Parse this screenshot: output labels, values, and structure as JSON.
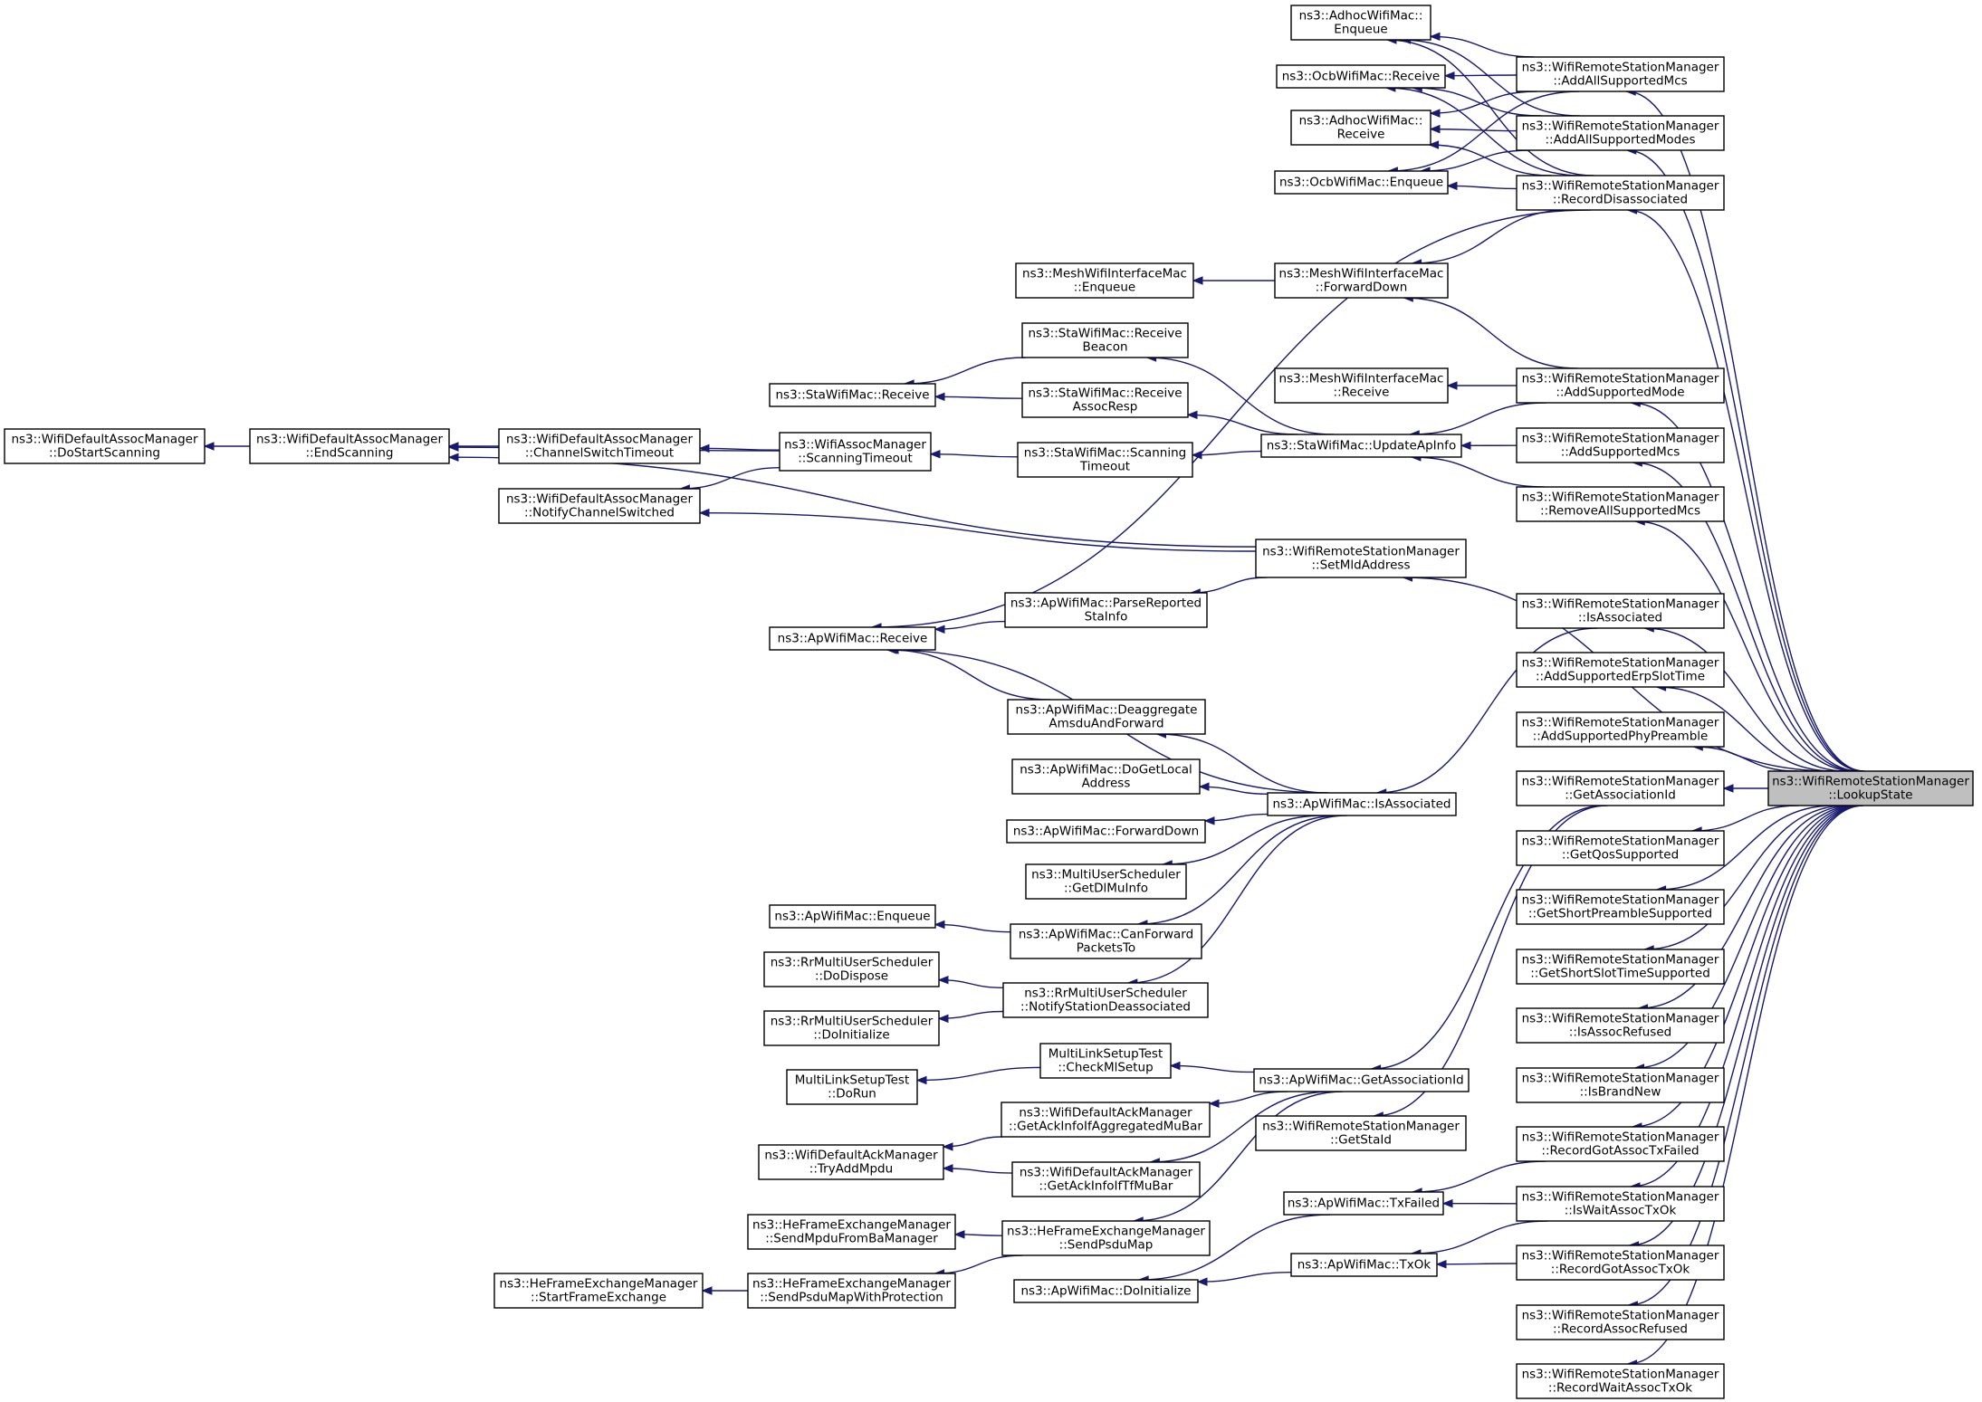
{
  "graph": {
    "focus": "lookup_state",
    "nodes": [
      {
        "id": "lookup_state",
        "lines": [
          "ns3::WifiRemoteStationManager",
          "::LookupState"
        ]
      },
      {
        "id": "add_all_supported_mcs",
        "lines": [
          "ns3::WifiRemoteStationManager",
          "::AddAllSupportedMcs"
        ]
      },
      {
        "id": "add_all_supported_modes",
        "lines": [
          "ns3::WifiRemoteStationManager",
          "::AddAllSupportedModes"
        ]
      },
      {
        "id": "record_disassociated",
        "lines": [
          "ns3::WifiRemoteStationManager",
          "::RecordDisassociated"
        ]
      },
      {
        "id": "add_supported_mode",
        "lines": [
          "ns3::WifiRemoteStationManager",
          "::AddSupportedMode"
        ]
      },
      {
        "id": "add_supported_mcs",
        "lines": [
          "ns3::WifiRemoteStationManager",
          "::AddSupportedMcs"
        ]
      },
      {
        "id": "remove_all_supported_mcs",
        "lines": [
          "ns3::WifiRemoteStationManager",
          "::RemoveAllSupportedMcs"
        ]
      },
      {
        "id": "set_mld_address",
        "lines": [
          "ns3::WifiRemoteStationManager",
          "::SetMldAddress"
        ]
      },
      {
        "id": "is_associated_wrsm",
        "lines": [
          "ns3::WifiRemoteStationManager",
          "::IsAssociated"
        ]
      },
      {
        "id": "add_supported_erp_slot_time",
        "lines": [
          "ns3::WifiRemoteStationManager",
          "::AddSupportedErpSlotTime"
        ]
      },
      {
        "id": "add_supported_phy_preamble",
        "lines": [
          "ns3::WifiRemoteStationManager",
          "::AddSupportedPhyPreamble"
        ]
      },
      {
        "id": "get_association_id_wrsm",
        "lines": [
          "ns3::WifiRemoteStationManager",
          "::GetAssociationId"
        ]
      },
      {
        "id": "get_qos_supported",
        "lines": [
          "ns3::WifiRemoteStationManager",
          "::GetQosSupported"
        ]
      },
      {
        "id": "get_short_preamble_supported",
        "lines": [
          "ns3::WifiRemoteStationManager",
          "::GetShortPreambleSupported"
        ]
      },
      {
        "id": "get_short_slot_time_supported",
        "lines": [
          "ns3::WifiRemoteStationManager",
          "::GetShortSlotTimeSupported"
        ]
      },
      {
        "id": "is_assoc_refused",
        "lines": [
          "ns3::WifiRemoteStationManager",
          "::IsAssocRefused"
        ]
      },
      {
        "id": "is_brand_new",
        "lines": [
          "ns3::WifiRemoteStationManager",
          "::IsBrandNew"
        ]
      },
      {
        "id": "record_got_assoc_tx_failed",
        "lines": [
          "ns3::WifiRemoteStationManager",
          "::RecordGotAssocTxFailed"
        ]
      },
      {
        "id": "is_wait_assoc_tx_ok",
        "lines": [
          "ns3::WifiRemoteStationManager",
          "::IsWaitAssocTxOk"
        ]
      },
      {
        "id": "record_got_assoc_tx_ok",
        "lines": [
          "ns3::WifiRemoteStationManager",
          "::RecordGotAssocTxOk"
        ]
      },
      {
        "id": "record_assoc_refused",
        "lines": [
          "ns3::WifiRemoteStationManager",
          "::RecordAssocRefused"
        ]
      },
      {
        "id": "record_wait_assoc_tx_ok",
        "lines": [
          "ns3::WifiRemoteStationManager",
          "::RecordWaitAssocTxOk"
        ]
      },
      {
        "id": "adhoc_enqueue",
        "lines": [
          "ns3::AdhocWifiMac::",
          "Enqueue"
        ]
      },
      {
        "id": "ocb_receive",
        "lines": [
          "ns3::OcbWifiMac::Receive"
        ]
      },
      {
        "id": "adhoc_receive",
        "lines": [
          "ns3::AdhocWifiMac::",
          "Receive"
        ]
      },
      {
        "id": "ocb_enqueue",
        "lines": [
          "ns3::OcbWifiMac::Enqueue"
        ]
      },
      {
        "id": "mesh_forward_down",
        "lines": [
          "ns3::MeshWifiInterfaceMac",
          "::ForwardDown"
        ]
      },
      {
        "id": "mesh_enqueue",
        "lines": [
          "ns3::MeshWifiInterfaceMac",
          "::Enqueue"
        ]
      },
      {
        "id": "mesh_receive",
        "lines": [
          "ns3::MeshWifiInterfaceMac",
          "::Receive"
        ]
      },
      {
        "id": "sta_update_ap_info",
        "lines": [
          "ns3::StaWifiMac::UpdateApInfo"
        ]
      },
      {
        "id": "sta_receive_beacon",
        "lines": [
          "ns3::StaWifiMac::Receive",
          "Beacon"
        ]
      },
      {
        "id": "sta_receive_assoc_resp",
        "lines": [
          "ns3::StaWifiMac::Receive",
          "AssocResp"
        ]
      },
      {
        "id": "sta_scanning_timeout",
        "lines": [
          "ns3::StaWifiMac::Scanning",
          "Timeout"
        ]
      },
      {
        "id": "sta_receive",
        "lines": [
          "ns3::StaWifiMac::Receive"
        ]
      },
      {
        "id": "assoc_scanning_timeout",
        "lines": [
          "ns3::WifiAssocManager",
          "::ScanningTimeout"
        ]
      },
      {
        "id": "default_channel_switch_timeout",
        "lines": [
          "ns3::WifiDefaultAssocManager",
          "::ChannelSwitchTimeout"
        ]
      },
      {
        "id": "default_notify_channel_switched",
        "lines": [
          "ns3::WifiDefaultAssocManager",
          "::NotifyChannelSwitched"
        ]
      },
      {
        "id": "default_end_scanning",
        "lines": [
          "ns3::WifiDefaultAssocManager",
          "::EndScanning"
        ]
      },
      {
        "id": "default_do_start_scanning",
        "lines": [
          "ns3::WifiDefaultAssocManager",
          "::DoStartScanning"
        ]
      },
      {
        "id": "ap_parse_reported_sta_info",
        "lines": [
          "ns3::ApWifiMac::ParseReported",
          "StaInfo"
        ]
      },
      {
        "id": "ap_receive",
        "lines": [
          "ns3::ApWifiMac::Receive"
        ]
      },
      {
        "id": "ap_is_associated",
        "lines": [
          "ns3::ApWifiMac::IsAssociated"
        ]
      },
      {
        "id": "ap_deaggregate",
        "lines": [
          "ns3::ApWifiMac::Deaggregate",
          "AmsduAndForward"
        ]
      },
      {
        "id": "ap_do_get_local_address",
        "lines": [
          "ns3::ApWifiMac::DoGetLocal",
          "Address"
        ]
      },
      {
        "id": "ap_forward_down",
        "lines": [
          "ns3::ApWifiMac::ForwardDown"
        ]
      },
      {
        "id": "mus_get_dl_mu_info",
        "lines": [
          "ns3::MultiUserScheduler",
          "::GetDlMuInfo"
        ]
      },
      {
        "id": "ap_can_forward_packets_to",
        "lines": [
          "ns3::ApWifiMac::CanForward",
          "PacketsTo"
        ]
      },
      {
        "id": "ap_enqueue",
        "lines": [
          "ns3::ApWifiMac::Enqueue"
        ]
      },
      {
        "id": "rr_notify_station_deassociated",
        "lines": [
          "ns3::RrMultiUserScheduler",
          "::NotifyStationDeassociated"
        ]
      },
      {
        "id": "rr_do_dispose",
        "lines": [
          "ns3::RrMultiUserScheduler",
          "::DoDispose"
        ]
      },
      {
        "id": "rr_do_initialize",
        "lines": [
          "ns3::RrMultiUserScheduler",
          "::DoInitialize"
        ]
      },
      {
        "id": "ap_get_association_id",
        "lines": [
          "ns3::ApWifiMac::GetAssociationId"
        ]
      },
      {
        "id": "mls_check_ml_setup",
        "lines": [
          "MultiLinkSetupTest",
          "::CheckMlSetup"
        ]
      },
      {
        "id": "mls_do_run",
        "lines": [
          "MultiLinkSetupTest",
          "::DoRun"
        ]
      },
      {
        "id": "wrsm_get_sta_id",
        "lines": [
          "ns3::WifiRemoteStationManager",
          "::GetStaId"
        ]
      },
      {
        "id": "ack_get_ack_info_agg_mu_bar",
        "lines": [
          "ns3::WifiDefaultAckManager",
          "::GetAckInfoIfAggregatedMuBar"
        ]
      },
      {
        "id": "ack_get_ack_info_tf_mu_bar",
        "lines": [
          "ns3::WifiDefaultAckManager",
          "::GetAckInfoIfTfMuBar"
        ]
      },
      {
        "id": "ack_try_add_mpdu",
        "lines": [
          "ns3::WifiDefaultAckManager",
          "::TryAddMpdu"
        ]
      },
      {
        "id": "he_send_psdu_map",
        "lines": [
          "ns3::HeFrameExchangeManager",
          "::SendPsduMap"
        ]
      },
      {
        "id": "he_send_mpdu_from_ba_manager",
        "lines": [
          "ns3::HeFrameExchangeManager",
          "::SendMpduFromBaManager"
        ]
      },
      {
        "id": "he_send_psdu_map_with_protection",
        "lines": [
          "ns3::HeFrameExchangeManager",
          "::SendPsduMapWithProtection"
        ]
      },
      {
        "id": "he_start_frame_exchange",
        "lines": [
          "ns3::HeFrameExchangeManager",
          "::StartFrameExchange"
        ]
      },
      {
        "id": "ap_tx_failed",
        "lines": [
          "ns3::ApWifiMac::TxFailed"
        ]
      },
      {
        "id": "ap_tx_ok",
        "lines": [
          "ns3::ApWifiMac::TxOk"
        ]
      },
      {
        "id": "ap_do_initialize",
        "lines": [
          "ns3::ApWifiMac::DoInitialize"
        ]
      }
    ],
    "edges": [
      {
        "from": "add_all_supported_mcs",
        "to": "lookup_state"
      },
      {
        "from": "add_all_supported_modes",
        "to": "lookup_state"
      },
      {
        "from": "record_disassociated",
        "to": "lookup_state"
      },
      {
        "from": "add_supported_mode",
        "to": "lookup_state"
      },
      {
        "from": "add_supported_mcs",
        "to": "lookup_state"
      },
      {
        "from": "remove_all_supported_mcs",
        "to": "lookup_state"
      },
      {
        "from": "set_mld_address",
        "to": "lookup_state"
      },
      {
        "from": "is_associated_wrsm",
        "to": "lookup_state"
      },
      {
        "from": "add_supported_erp_slot_time",
        "to": "lookup_state"
      },
      {
        "from": "add_supported_phy_preamble",
        "to": "lookup_state"
      },
      {
        "from": "get_association_id_wrsm",
        "to": "lookup_state"
      },
      {
        "from": "get_qos_supported",
        "to": "lookup_state"
      },
      {
        "from": "get_short_preamble_supported",
        "to": "lookup_state"
      },
      {
        "from": "get_short_slot_time_supported",
        "to": "lookup_state"
      },
      {
        "from": "is_assoc_refused",
        "to": "lookup_state"
      },
      {
        "from": "is_brand_new",
        "to": "lookup_state"
      },
      {
        "from": "record_got_assoc_tx_failed",
        "to": "lookup_state"
      },
      {
        "from": "is_wait_assoc_tx_ok",
        "to": "lookup_state"
      },
      {
        "from": "record_got_assoc_tx_ok",
        "to": "lookup_state"
      },
      {
        "from": "record_assoc_refused",
        "to": "lookup_state"
      },
      {
        "from": "record_wait_assoc_tx_ok",
        "to": "lookup_state"
      },
      {
        "from": "adhoc_enqueue",
        "to": "add_all_supported_mcs"
      },
      {
        "from": "adhoc_enqueue",
        "to": "add_all_supported_modes"
      },
      {
        "from": "adhoc_enqueue",
        "to": "record_disassociated"
      },
      {
        "from": "ocb_receive",
        "to": "add_all_supported_mcs"
      },
      {
        "from": "ocb_receive",
        "to": "add_all_supported_modes"
      },
      {
        "from": "ocb_receive",
        "to": "record_disassociated"
      },
      {
        "from": "adhoc_receive",
        "to": "add_all_supported_mcs"
      },
      {
        "from": "adhoc_receive",
        "to": "add_all_supported_modes"
      },
      {
        "from": "adhoc_receive",
        "to": "record_disassociated"
      },
      {
        "from": "ocb_enqueue",
        "to": "add_all_supported_mcs"
      },
      {
        "from": "ocb_enqueue",
        "to": "add_all_supported_modes"
      },
      {
        "from": "ocb_enqueue",
        "to": "record_disassociated"
      },
      {
        "from": "mesh_forward_down",
        "to": "record_disassociated"
      },
      {
        "from": "ap_receive",
        "to": "record_disassociated"
      },
      {
        "from": "mesh_enqueue",
        "to": "mesh_forward_down"
      },
      {
        "from": "mesh_forward_down",
        "to": "add_supported_mode"
      },
      {
        "from": "mesh_receive",
        "to": "add_supported_mode"
      },
      {
        "from": "sta_update_ap_info",
        "to": "add_supported_mode"
      },
      {
        "from": "sta_update_ap_info",
        "to": "add_supported_mcs"
      },
      {
        "from": "sta_update_ap_info",
        "to": "remove_all_supported_mcs"
      },
      {
        "from": "sta_receive_beacon",
        "to": "sta_update_ap_info"
      },
      {
        "from": "sta_receive_assoc_resp",
        "to": "sta_update_ap_info"
      },
      {
        "from": "sta_scanning_timeout",
        "to": "sta_update_ap_info"
      },
      {
        "from": "sta_receive",
        "to": "sta_receive_beacon"
      },
      {
        "from": "sta_receive",
        "to": "sta_receive_assoc_resp"
      },
      {
        "from": "assoc_scanning_timeout",
        "to": "sta_scanning_timeout"
      },
      {
        "from": "default_channel_switch_timeout",
        "to": "assoc_scanning_timeout"
      },
      {
        "from": "default_notify_channel_switched",
        "to": "assoc_scanning_timeout"
      },
      {
        "from": "default_end_scanning",
        "to": "assoc_scanning_timeout"
      },
      {
        "from": "default_end_scanning",
        "to": "default_channel_switch_timeout"
      },
      {
        "from": "default_do_start_scanning",
        "to": "default_end_scanning"
      },
      {
        "from": "default_notify_channel_switched",
        "to": "set_mld_address"
      },
      {
        "from": "default_end_scanning",
        "to": "set_mld_address"
      },
      {
        "from": "ap_parse_reported_sta_info",
        "to": "set_mld_address"
      },
      {
        "from": "ap_receive",
        "to": "ap_parse_reported_sta_info"
      },
      {
        "from": "ap_is_associated",
        "to": "is_associated_wrsm"
      },
      {
        "from": "ap_receive",
        "to": "ap_is_associated"
      },
      {
        "from": "ap_receive",
        "to": "ap_deaggregate"
      },
      {
        "from": "ap_deaggregate",
        "to": "ap_is_associated"
      },
      {
        "from": "ap_do_get_local_address",
        "to": "ap_is_associated"
      },
      {
        "from": "ap_forward_down",
        "to": "ap_is_associated"
      },
      {
        "from": "mus_get_dl_mu_info",
        "to": "ap_is_associated"
      },
      {
        "from": "ap_can_forward_packets_to",
        "to": "ap_is_associated"
      },
      {
        "from": "rr_notify_station_deassociated",
        "to": "ap_is_associated"
      },
      {
        "from": "ap_enqueue",
        "to": "ap_can_forward_packets_to"
      },
      {
        "from": "rr_do_dispose",
        "to": "rr_notify_station_deassociated"
      },
      {
        "from": "rr_do_initialize",
        "to": "rr_notify_station_deassociated"
      },
      {
        "from": "ap_get_association_id",
        "to": "get_association_id_wrsm"
      },
      {
        "from": "wrsm_get_sta_id",
        "to": "get_association_id_wrsm"
      },
      {
        "from": "mls_check_ml_setup",
        "to": "ap_get_association_id"
      },
      {
        "from": "mls_do_run",
        "to": "mls_check_ml_setup"
      },
      {
        "from": "ack_get_ack_info_agg_mu_bar",
        "to": "ap_get_association_id"
      },
      {
        "from": "ack_get_ack_info_tf_mu_bar",
        "to": "ap_get_association_id"
      },
      {
        "from": "he_send_psdu_map",
        "to": "ap_get_association_id"
      },
      {
        "from": "ack_try_add_mpdu",
        "to": "ack_get_ack_info_agg_mu_bar"
      },
      {
        "from": "ack_try_add_mpdu",
        "to": "ack_get_ack_info_tf_mu_bar"
      },
      {
        "from": "he_send_mpdu_from_ba_manager",
        "to": "he_send_psdu_map"
      },
      {
        "from": "he_send_psdu_map_with_protection",
        "to": "he_send_psdu_map"
      },
      {
        "from": "he_start_frame_exchange",
        "to": "he_send_psdu_map_with_protection"
      },
      {
        "from": "ap_tx_failed",
        "to": "record_got_assoc_tx_failed"
      },
      {
        "from": "ap_tx_failed",
        "to": "is_wait_assoc_tx_ok"
      },
      {
        "from": "ap_tx_ok",
        "to": "is_wait_assoc_tx_ok"
      },
      {
        "from": "ap_tx_ok",
        "to": "record_got_assoc_tx_ok"
      },
      {
        "from": "ap_do_initialize",
        "to": "ap_tx_failed"
      },
      {
        "from": "ap_do_initialize",
        "to": "ap_tx_ok"
      }
    ]
  }
}
